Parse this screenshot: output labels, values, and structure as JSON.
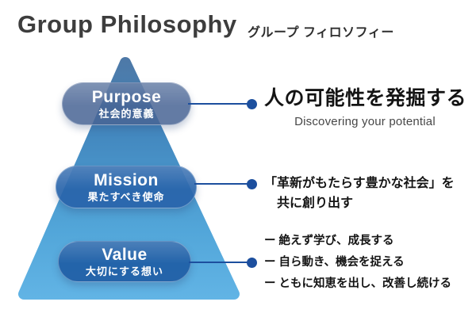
{
  "header": {
    "title": "Group Philosophy",
    "subtitle": "グループ フィロソフィー"
  },
  "pyramid": {
    "levels": [
      {
        "id": "purpose",
        "label": "Purpose",
        "sublabel": "社会的意義"
      },
      {
        "id": "mission",
        "label": "Mission",
        "sublabel": "果たすべき使命"
      },
      {
        "id": "value",
        "label": "Value",
        "sublabel": "大切にする想い"
      }
    ]
  },
  "details": {
    "purpose": {
      "headline": "人の可能性を発掘する",
      "subheadline": "Discovering your potential"
    },
    "mission": {
      "lines": [
        "「革新がもたらす豊かな社会」を",
        "共に創り出す"
      ]
    },
    "value": {
      "items": [
        "ー 絶えず学び、成長する",
        "ー 自ら動き、機会を捉える",
        "ー ともに知恵を出し、改善し続ける"
      ]
    }
  },
  "colors": {
    "accent_navy": "#1c4f9e",
    "pyramid_top": "#4e78a6",
    "pyramid_mid": "#4388bf",
    "pyramid_lower": "#52a6d9",
    "pyramid_bottom": "#63b5e6",
    "pill_purpose": "rgba(72,100,148,0.85)",
    "pill_mission": "rgba(40,100,170,0.92)",
    "pill_value": "rgba(33,96,166,0.95)",
    "title_text": "#3d3d3d",
    "body_text": "#141414"
  }
}
